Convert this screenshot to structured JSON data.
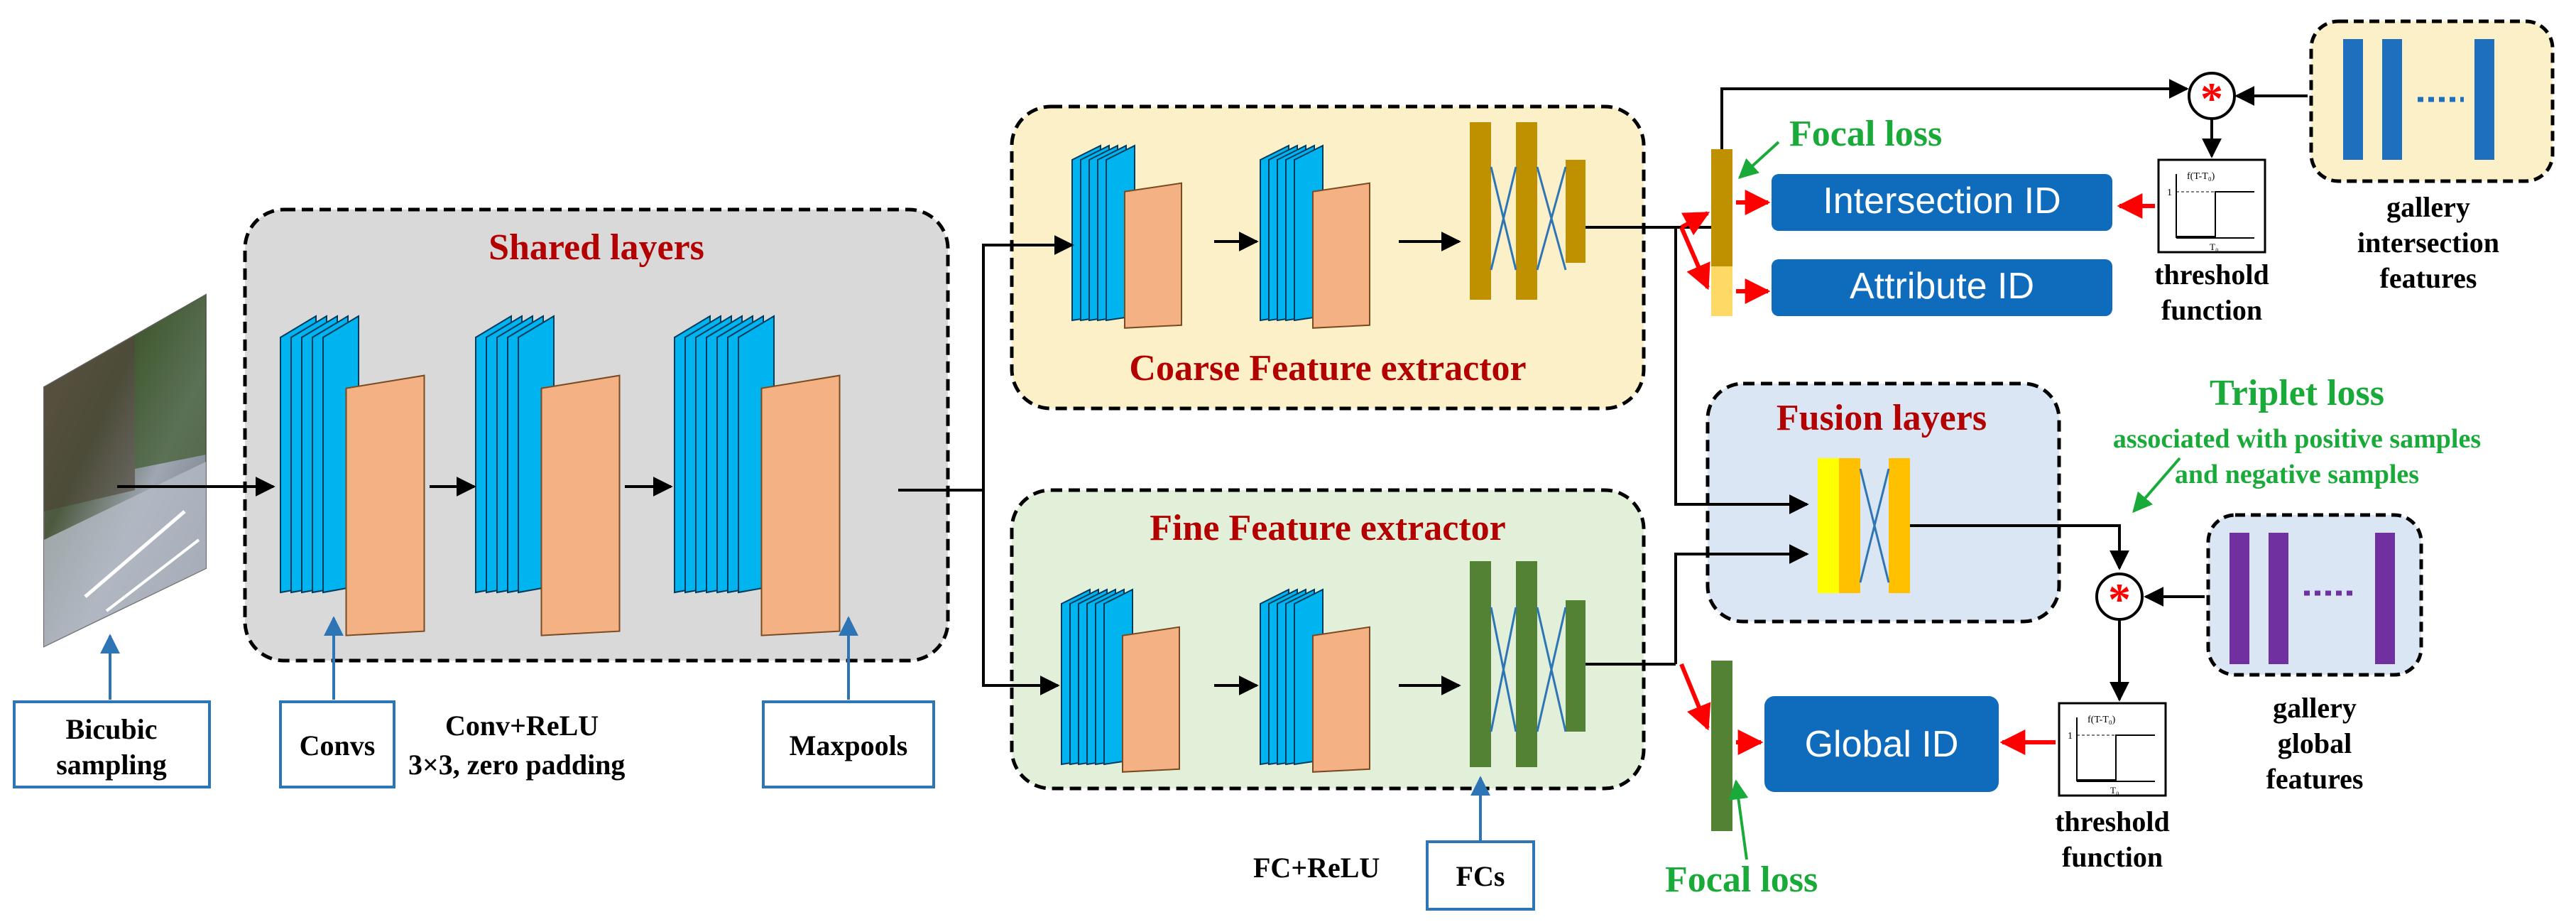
{
  "diagram": {
    "regions": {
      "shared": "Shared layers",
      "coarse": "Coarse Feature extractor",
      "fine": "Fine Feature extractor",
      "fusion": "Fusion layers"
    },
    "labels": {
      "bicubic_line1": "Bicubic",
      "bicubic_line2": "sampling",
      "convs": "Convs",
      "conv_relu_line1": "Conv+ReLU",
      "conv_relu_line2": "3×3, zero padding",
      "maxpools": "Maxpools",
      "fc_relu": "FC+ReLU",
      "fcs": "FCs",
      "focal_loss_top": "Focal loss",
      "focal_loss_bottom": "Focal loss",
      "intersection_id": "Intersection ID",
      "attribute_id": "Attribute ID",
      "global_id": "Global ID",
      "threshold_top_line1": "threshold",
      "threshold_top_line2": "function",
      "threshold_bottom_line1": "threshold",
      "threshold_bottom_line2": "function",
      "triplet_loss": "Triplet loss",
      "triplet_sub_line1": "associated with positive samples",
      "triplet_sub_line2": "and negative samples",
      "gallery_inter_line1": "gallery",
      "gallery_inter_line2": "intersection",
      "gallery_inter_line3": "features",
      "gallery_global_line1": "gallery",
      "gallery_global_line2": "global",
      "gallery_global_line3": "features",
      "multiply_symbol": "*",
      "graph_label_top": "f(T-T₀)",
      "graph_axis_x": "T₀",
      "graph_axis_y": "1"
    },
    "colors": {
      "conv_blue": "#00b4f0",
      "pool_orange": "#f4b183",
      "coarse_fc": "#bf9000",
      "fine_fc": "#548235",
      "fusion_yellow": "#ffff00",
      "fusion_orange": "#ffc000",
      "id_box": "#0f6cbd",
      "gallery_blue": "#1f6fbf",
      "gallery_purple": "#7030a0",
      "arrow_red": "#ff0000",
      "arrow_blue": "#2e75b6",
      "loss_green": "#1aaa3a",
      "title_red": "#b30000"
    }
  }
}
